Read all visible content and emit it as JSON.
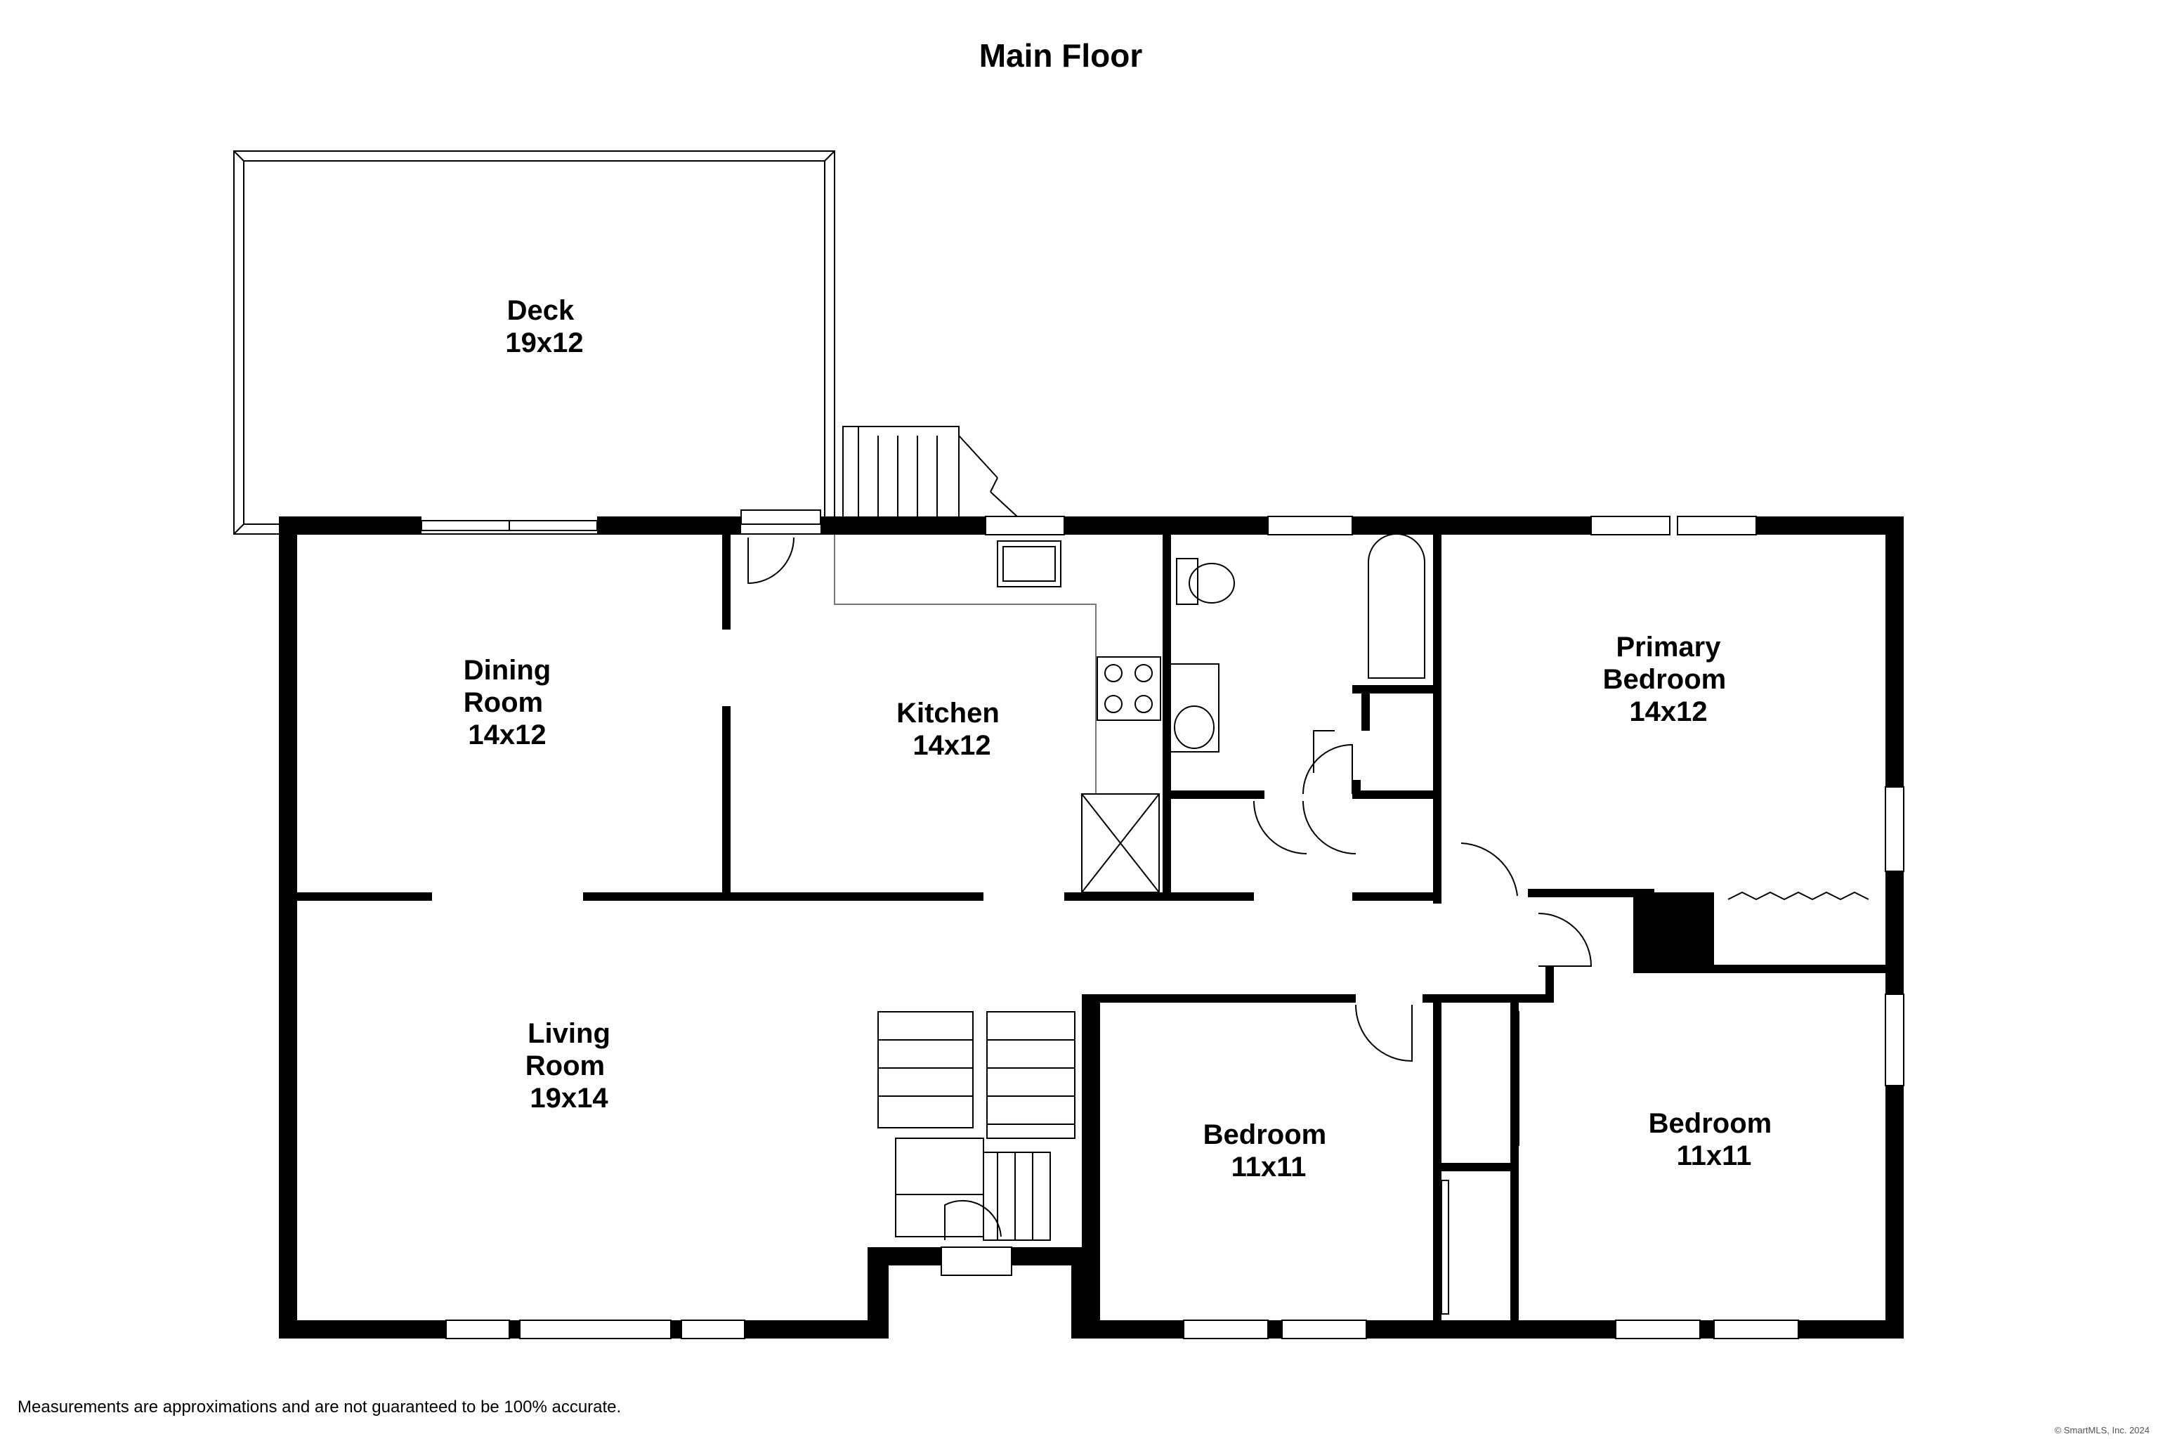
{
  "title": "Main Floor",
  "rooms": [
    {
      "name": "Deck",
      "size": "19x12"
    },
    {
      "name": "Dining\nRoom",
      "size": "14x12"
    },
    {
      "name": "Kitchen",
      "size": "14x12"
    },
    {
      "name": "Primary\nBedroom",
      "size": "14x12"
    },
    {
      "name": "Living\nRoom",
      "size": "19x14"
    },
    {
      "name": "Bedroom",
      "size": "11x11"
    },
    {
      "name": "Bedroom",
      "size": "11x11"
    }
  ],
  "disclaimer": "Measurements are approximations and are not guaranteed to be 100% accurate.",
  "copyright": "© SmartMLS, Inc. 2024",
  "colors": {
    "wall": "#000000",
    "background": "#ffffff",
    "fixture": "#777777"
  }
}
